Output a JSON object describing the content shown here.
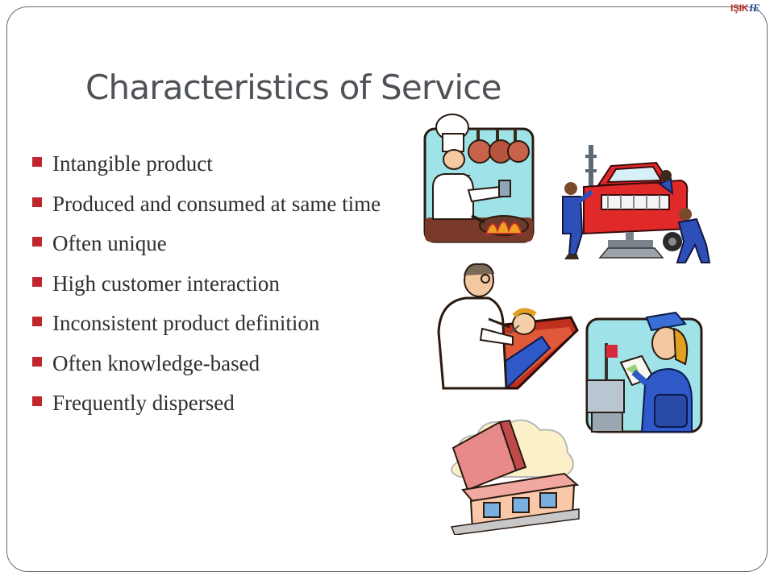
{
  "slide": {
    "title": "Characteristics of Service",
    "logo": {
      "main": "IŞIK",
      "suffix": "IE"
    },
    "bullets": [
      "Intangible product",
      "Produced and consumed at same time",
      "Often unique",
      "High customer interaction",
      "Inconsistent product definition",
      "Often knowledge-based",
      "Frequently dispersed"
    ]
  },
  "colors": {
    "bullet": "#c0272d",
    "title": "#4f5358",
    "frame": "#6b6b6b"
  },
  "icons": [
    "chef-icon",
    "mechanics-icon",
    "dentist-icon",
    "postal-worker-icon",
    "house-icon"
  ]
}
